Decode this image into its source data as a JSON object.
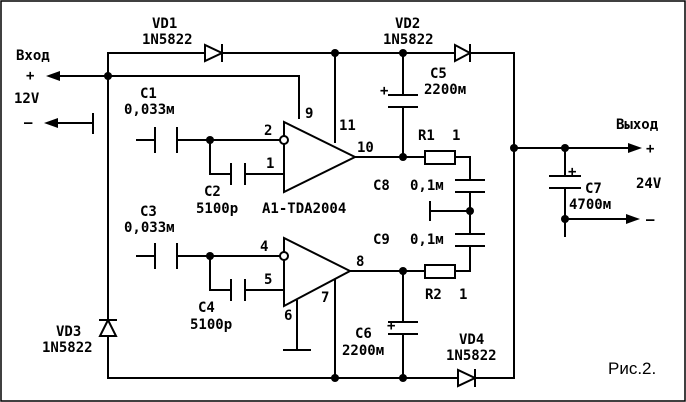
{
  "diagram": {
    "input": {
      "title": "Вход",
      "plus": "+",
      "voltage": "12V",
      "minus": "–"
    },
    "output": {
      "title": "Выход",
      "plus": "+",
      "voltage": "24V",
      "minus": "–"
    },
    "figure_caption": "Рис.2.",
    "chip_label": "A1-TDA2004",
    "components": {
      "vd1": {
        "name": "VD1",
        "part": "1N5822"
      },
      "vd2": {
        "name": "VD2",
        "part": "1N5822"
      },
      "vd3": {
        "name": "VD3",
        "part": "1N5822"
      },
      "vd4": {
        "name": "VD4",
        "part": "1N5822"
      },
      "c1": {
        "name": "C1",
        "value": "0,033м"
      },
      "c2": {
        "name": "C2",
        "value": "5100р"
      },
      "c3": {
        "name": "C3",
        "value": "0,033м"
      },
      "c4": {
        "name": "C4",
        "value": "5100р"
      },
      "c5": {
        "name": "C5",
        "value": "2200м"
      },
      "c6": {
        "name": "C6",
        "value": "2200м"
      },
      "c7": {
        "name": "C7",
        "value": "4700м"
      },
      "c8": {
        "name": "C8",
        "value": "0,1м"
      },
      "c9": {
        "name": "C9",
        "value": "0,1м"
      },
      "r1": {
        "name": "R1",
        "value": "1"
      },
      "r2": {
        "name": "R2",
        "value": "1"
      }
    },
    "pins": {
      "p1": "1",
      "p2": "2",
      "p4": "4",
      "p5": "5",
      "p6": "6",
      "p7": "7",
      "p8": "8",
      "p9": "9",
      "p10": "10",
      "p11": "11"
    },
    "polarity_plus": "+"
  }
}
